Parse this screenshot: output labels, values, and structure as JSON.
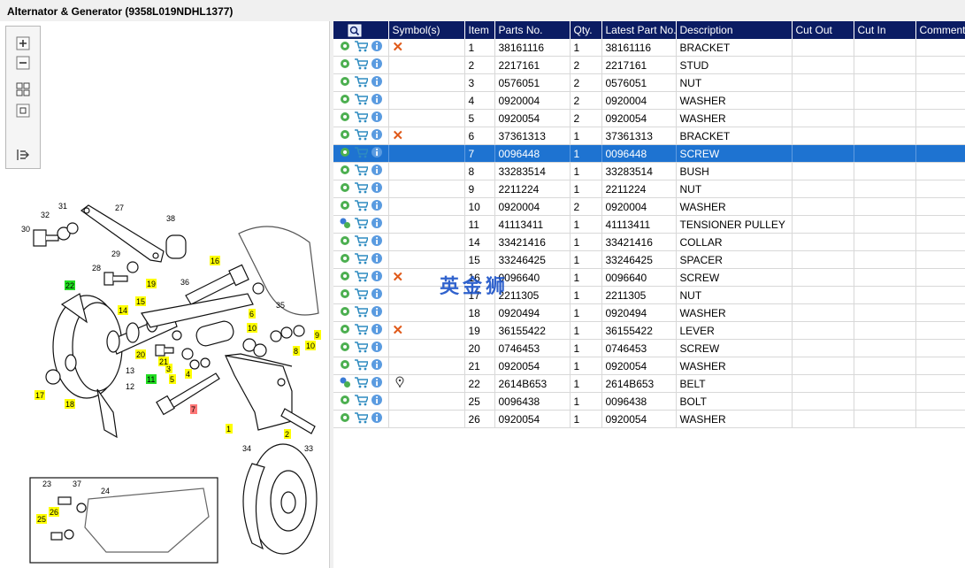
{
  "window": {
    "title": "Alternator & Generator (9358L019NDHL1377)"
  },
  "toolbar": {
    "buttons": [
      {
        "name": "zoom-in-button",
        "icon": "zoom-in-icon"
      },
      {
        "name": "zoom-out-button",
        "icon": "zoom-out-icon"
      },
      {
        "name": "fit-all-button",
        "icon": "fit-all-icon"
      },
      {
        "name": "actual-size-button",
        "icon": "actual-size-icon"
      },
      {
        "name": "export-button",
        "icon": "export-icon"
      }
    ]
  },
  "diagram": {
    "callouts": [
      "1",
      "2",
      "3",
      "4",
      "5",
      "6",
      "7",
      "8",
      "9",
      "10",
      "11",
      "12",
      "13",
      "14",
      "15",
      "16",
      "17",
      "18",
      "19",
      "20",
      "21",
      "22",
      "23",
      "24",
      "25",
      "26",
      "27",
      "28",
      "29",
      "30",
      "31",
      "32",
      "33",
      "34",
      "35",
      "36",
      "37",
      "38"
    ]
  },
  "table": {
    "columns": [
      "",
      "Symbol(s)",
      "Item",
      "Parts No.",
      "Qty.",
      "Latest Part No.",
      "Description",
      "Cut Out",
      "Cut In",
      "Comment"
    ],
    "selected_row": 6,
    "rows": [
      {
        "symbol": "x",
        "item": "1",
        "part": "38161116",
        "qty": "1",
        "latest": "38161116",
        "desc": "BRACKET",
        "cutout": "",
        "cutin": "",
        "comment": "",
        "multi": false
      },
      {
        "symbol": "",
        "item": "2",
        "part": "2217161",
        "qty": "2",
        "latest": "2217161",
        "desc": "STUD",
        "cutout": "",
        "cutin": "",
        "comment": "",
        "multi": false
      },
      {
        "symbol": "",
        "item": "3",
        "part": "0576051",
        "qty": "2",
        "latest": "0576051",
        "desc": "NUT",
        "cutout": "",
        "cutin": "",
        "comment": "",
        "multi": false
      },
      {
        "symbol": "",
        "item": "4",
        "part": "0920004",
        "qty": "2",
        "latest": "0920004",
        "desc": "WASHER",
        "cutout": "",
        "cutin": "",
        "comment": "",
        "multi": false
      },
      {
        "symbol": "",
        "item": "5",
        "part": "0920054",
        "qty": "2",
        "latest": "0920054",
        "desc": "WASHER",
        "cutout": "",
        "cutin": "",
        "comment": "",
        "multi": false
      },
      {
        "symbol": "x",
        "item": "6",
        "part": "37361313",
        "qty": "1",
        "latest": "37361313",
        "desc": "BRACKET",
        "cutout": "",
        "cutin": "",
        "comment": "",
        "multi": false
      },
      {
        "symbol": "",
        "item": "7",
        "part": "0096448",
        "qty": "1",
        "latest": "0096448",
        "desc": "SCREW",
        "cutout": "",
        "cutin": "",
        "comment": "",
        "multi": false
      },
      {
        "symbol": "",
        "item": "8",
        "part": "33283514",
        "qty": "1",
        "latest": "33283514",
        "desc": "BUSH",
        "cutout": "",
        "cutin": "",
        "comment": "",
        "multi": false
      },
      {
        "symbol": "",
        "item": "9",
        "part": "2211224",
        "qty": "1",
        "latest": "2211224",
        "desc": "NUT",
        "cutout": "",
        "cutin": "",
        "comment": "",
        "multi": false
      },
      {
        "symbol": "",
        "item": "10",
        "part": "0920004",
        "qty": "2",
        "latest": "0920004",
        "desc": "WASHER",
        "cutout": "",
        "cutin": "",
        "comment": "",
        "multi": false
      },
      {
        "symbol": "",
        "item": "11",
        "part": "41113411",
        "qty": "1",
        "latest": "41113411",
        "desc": "TENSIONER PULLEY",
        "cutout": "",
        "cutin": "",
        "comment": "",
        "multi": true
      },
      {
        "symbol": "",
        "item": "14",
        "part": "33421416",
        "qty": "1",
        "latest": "33421416",
        "desc": "COLLAR",
        "cutout": "",
        "cutin": "",
        "comment": "",
        "multi": false
      },
      {
        "symbol": "",
        "item": "15",
        "part": "33246425",
        "qty": "1",
        "latest": "33246425",
        "desc": "SPACER",
        "cutout": "",
        "cutin": "",
        "comment": "",
        "multi": false
      },
      {
        "symbol": "x",
        "item": "16",
        "part": "0096640",
        "qty": "1",
        "latest": "0096640",
        "desc": "SCREW",
        "cutout": "",
        "cutin": "",
        "comment": "",
        "multi": false
      },
      {
        "symbol": "",
        "item": "17",
        "part": "2211305",
        "qty": "1",
        "latest": "2211305",
        "desc": "NUT",
        "cutout": "",
        "cutin": "",
        "comment": "",
        "multi": false
      },
      {
        "symbol": "",
        "item": "18",
        "part": "0920494",
        "qty": "1",
        "latest": "0920494",
        "desc": "WASHER",
        "cutout": "",
        "cutin": "",
        "comment": "",
        "multi": false
      },
      {
        "symbol": "x",
        "item": "19",
        "part": "36155422",
        "qty": "1",
        "latest": "36155422",
        "desc": "LEVER",
        "cutout": "",
        "cutin": "",
        "comment": "",
        "multi": false
      },
      {
        "symbol": "",
        "item": "20",
        "part": "0746453",
        "qty": "1",
        "latest": "0746453",
        "desc": "SCREW",
        "cutout": "",
        "cutin": "",
        "comment": "",
        "multi": false
      },
      {
        "symbol": "",
        "item": "21",
        "part": "0920054",
        "qty": "1",
        "latest": "0920054",
        "desc": "WASHER",
        "cutout": "",
        "cutin": "",
        "comment": "",
        "multi": false
      },
      {
        "symbol": "pin",
        "item": "22",
        "part": "2614B653",
        "qty": "1",
        "latest": "2614B653",
        "desc": "BELT",
        "cutout": "",
        "cutin": "",
        "comment": "",
        "multi": true
      },
      {
        "symbol": "",
        "item": "25",
        "part": "0096438",
        "qty": "1",
        "latest": "0096438",
        "desc": "BOLT",
        "cutout": "",
        "cutin": "",
        "comment": "",
        "multi": false
      },
      {
        "symbol": "",
        "item": "26",
        "part": "0920054",
        "qty": "1",
        "latest": "0920054",
        "desc": "WASHER",
        "cutout": "",
        "cutin": "",
        "comment": "",
        "multi": false
      }
    ]
  },
  "watermark": "英金狮",
  "colors": {
    "header_bg": "#0b1c63",
    "selection": "#1e73d1",
    "symbol_x": "#e05a1a",
    "callout_yellow": "#ffff00",
    "callout_green": "#22dd22",
    "callout_red": "#ff7777"
  }
}
